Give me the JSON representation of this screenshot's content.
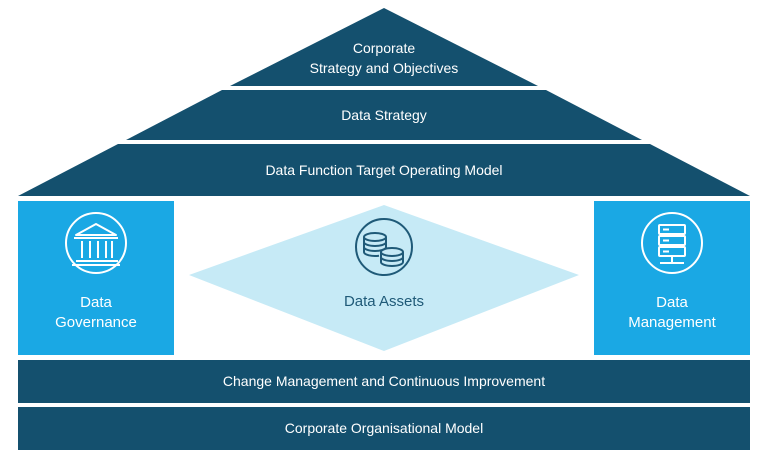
{
  "roof": {
    "apex": {
      "line1": "Corporate",
      "line2": "Strategy and Objectives"
    },
    "middle": "Data Strategy",
    "base": "Data Function Target Operating Model"
  },
  "pillars": {
    "left": {
      "line1": "Data",
      "line2": "Governance",
      "icon": "bank-building-icon"
    },
    "center": {
      "label": "Data Assets",
      "icon": "coin-stack-icon"
    },
    "right": {
      "line1": "Data",
      "line2": "Management",
      "icon": "server-rack-icon"
    }
  },
  "foundation": {
    "upper": "Change Management and Continuous Improvement",
    "lower": "Corporate Organisational Model"
  },
  "colors": {
    "dark_teal": "#14506e",
    "bright_blue": "#1aa8e4",
    "light_cyan": "#c6eaf6"
  }
}
